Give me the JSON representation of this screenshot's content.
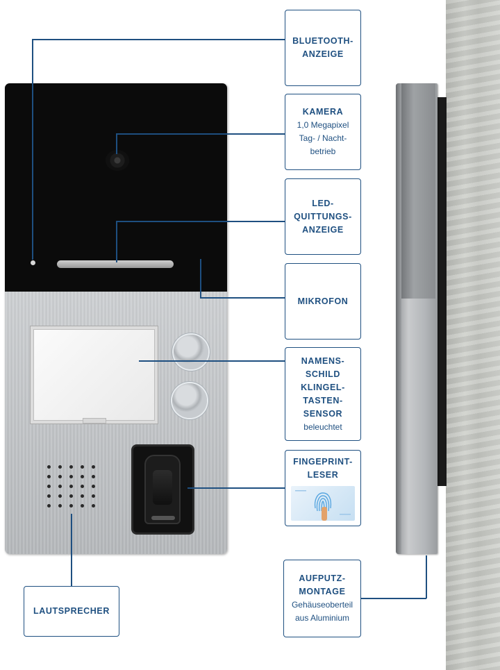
{
  "labels": {
    "bluetooth": {
      "title_1": "BLUETOOTH-",
      "title_2": "ANZEIGE"
    },
    "kamera": {
      "title": "KAMERA",
      "line_1": "1,0 Megapixel",
      "line_2": "Tag- / Nacht-",
      "line_3": "betrieb"
    },
    "led": {
      "title_1": "LED-",
      "title_2": "QUITTUNGS-",
      "title_3": "ANZEIGE"
    },
    "mikrofon": {
      "title": "MIKROFON"
    },
    "namensschild": {
      "title_1": "NAMENS-",
      "title_2": "SCHILD",
      "title_3": "KLINGEL-",
      "title_4": "TASTEN-",
      "title_5": "SENSOR",
      "line_1": "beleuchtet"
    },
    "fingerprint": {
      "title_1": "FINGEPRINT-",
      "title_2": "LESER"
    },
    "aufputz": {
      "title_1": "AUFPUTZ-",
      "title_2": "MONTAGE",
      "line_1": "Gehäuseoberteil",
      "line_2": "aus Aluminium"
    },
    "lautsprecher": {
      "title": "LAUTSPRECHER"
    }
  },
  "colors": {
    "accent": "#1e4f80",
    "panel_black": "#0b0b0b",
    "panel_aluminium": "#c4c7ca"
  },
  "icons": [
    "fingerprint-icon",
    "camera-lens-icon",
    "speaker-grille-icon",
    "doorbell-button-icon"
  ]
}
